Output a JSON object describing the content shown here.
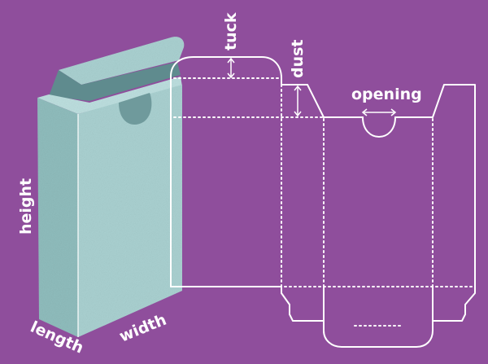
{
  "labels": {
    "tuck": "tuck",
    "dust": "dust",
    "opening": "opening",
    "height": "height",
    "length": "length",
    "width": "width"
  },
  "colors": {
    "background": "#8f4e9c",
    "box_front": "#a9d0d0",
    "box_side": "#8fbcbc",
    "box_top": "#bcdede",
    "box_shadow": "#5f8b8e",
    "line": "#ffffff"
  }
}
